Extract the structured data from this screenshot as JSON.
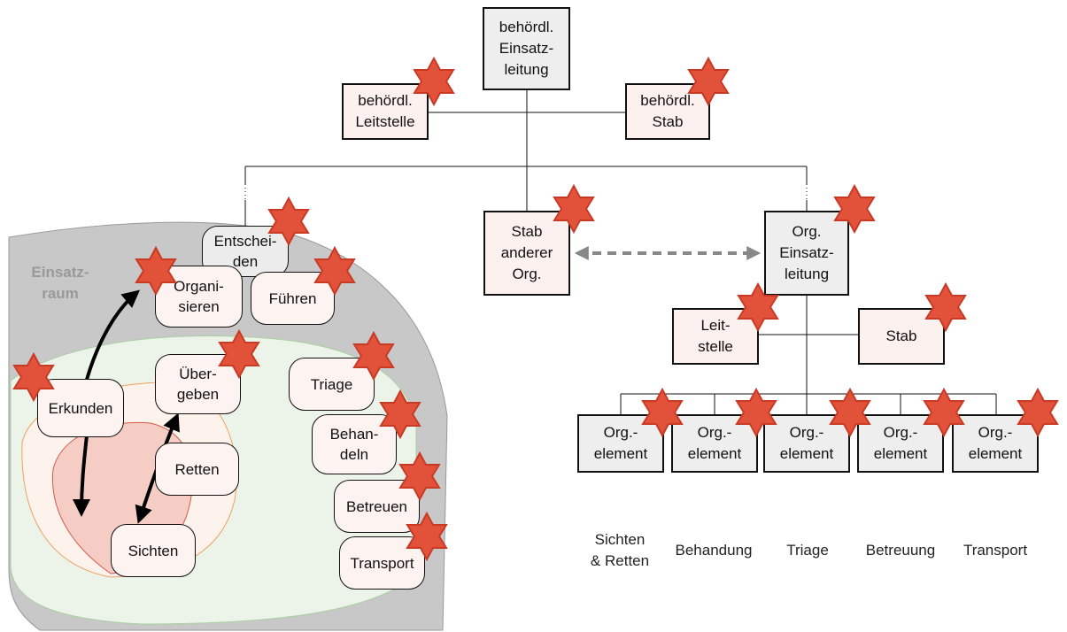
{
  "area_label": "Einsatz-\nraum",
  "top": {
    "behoerdl_einsatzleitung": "behördl.\nEinsatz-\nleitung",
    "behoerdl_leitstelle": "behördl.\nLeitstelle",
    "behoerdl_stab": "behördl.\nStab"
  },
  "org": {
    "stab_anderer_org": "Stab\nanderer\nOrg.",
    "org_einsatzleitung": "Org.\nEinsatz-\nleitung",
    "leitstelle": "Leit-\nstelle",
    "stab": "Stab",
    "elements": [
      "Org.-\nelement",
      "Org.-\nelement",
      "Org.-\nelement",
      "Org.-\nelement",
      "Org.-\nelement"
    ]
  },
  "activities": {
    "entscheiden": "Entschei-\nden",
    "organisieren": "Organi-\nsieren",
    "fuehren": "Führen",
    "erkunden": "Erkunden",
    "uebergeben": "Über-\ngeben",
    "triage": "Triage",
    "behandeln": "Behan-\ndeln",
    "retten": "Retten",
    "betreuen": "Betreuen",
    "sichten": "Sichten",
    "transport": "Transport"
  },
  "bottom_labels": [
    "Sichten\n& Retten",
    "Behandung",
    "Triage",
    "Betreuung",
    "Transport"
  ],
  "colors": {
    "star_fill": "#e2523a",
    "star_stroke": "#c93a25",
    "area_gray": "#c8c8c8",
    "inner_green": "#ecf4ea",
    "zone_orange": "#fdf2ec",
    "zone_red": "#f5cdc5",
    "dashed_arrow": "#888888"
  }
}
